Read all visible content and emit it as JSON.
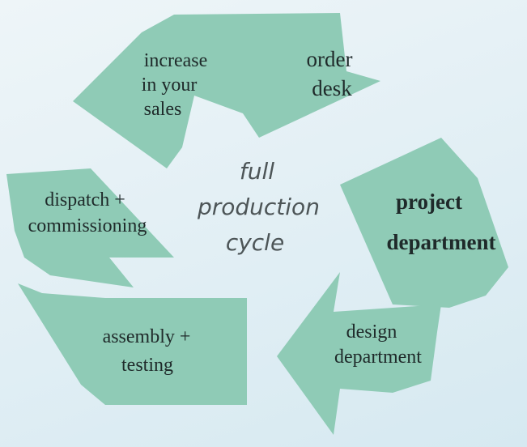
{
  "diagram": {
    "center_title": [
      "full",
      "production",
      "cycle"
    ],
    "stages": [
      {
        "name": "sales",
        "lines": [
          "increase",
          "in your",
          "sales"
        ]
      },
      {
        "name": "order-desk",
        "lines": [
          "order",
          "desk"
        ]
      },
      {
        "name": "project-department",
        "lines": [
          "project",
          "department"
        ]
      },
      {
        "name": "design-department",
        "lines": [
          "design",
          "department"
        ]
      },
      {
        "name": "assembly-testing",
        "lines": [
          "assembly +",
          "testing"
        ]
      },
      {
        "name": "dispatch-commissioning",
        "lines": [
          "dispatch +",
          "commissioning"
        ]
      }
    ],
    "colors": {
      "arrow_fill": "#8fcbb6",
      "background_top": "#eef5f8",
      "background_bottom": "#d6e9f1",
      "text": "#1f2a2a",
      "center_text": "#4d5557"
    }
  }
}
